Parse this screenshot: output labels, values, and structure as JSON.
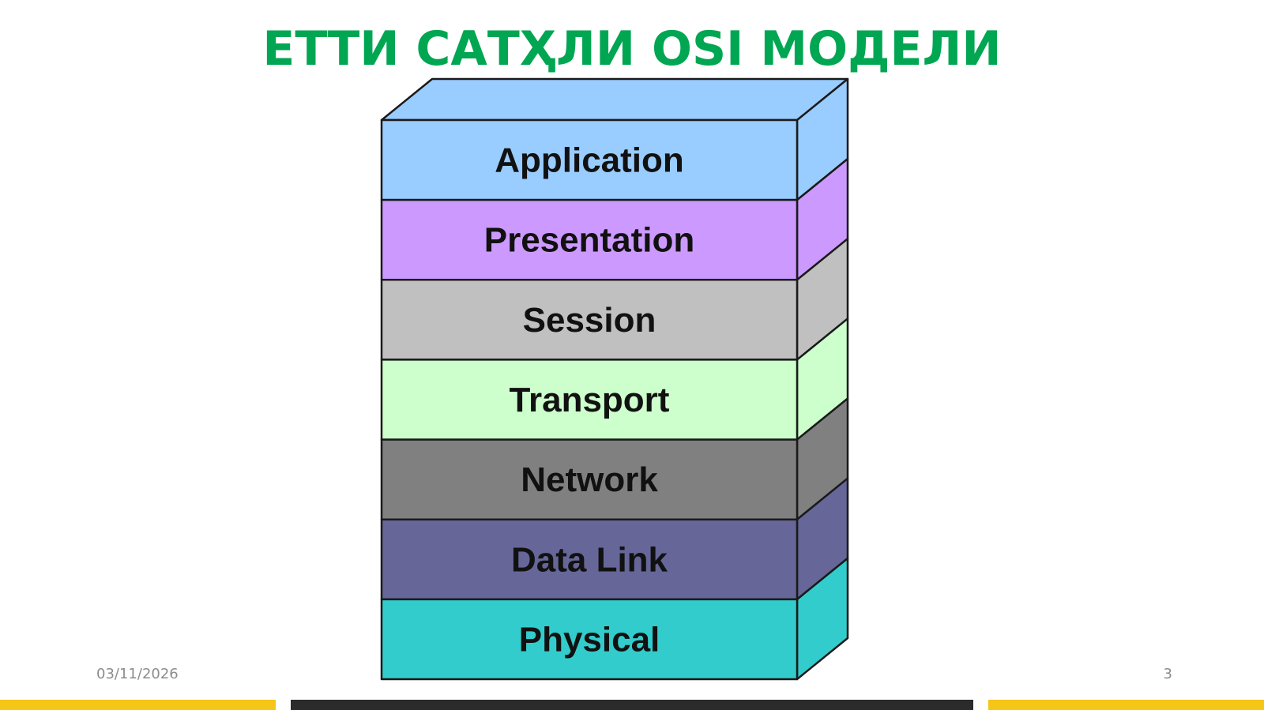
{
  "slide": {
    "title": "ЕТТИ САТҲЛИ OSI МОДЕЛИ",
    "date": "03/11/2026",
    "page_number": "3"
  },
  "layers": [
    {
      "label": "Application",
      "color": "#99ccff"
    },
    {
      "label": "Presentation",
      "color": "#cc99ff"
    },
    {
      "label": "Session",
      "color": "#c0c0c0"
    },
    {
      "label": "Transport",
      "color": "#ccffcc"
    },
    {
      "label": "Network",
      "color": "#808080"
    },
    {
      "label": "Data Link",
      "color": "#666699"
    },
    {
      "label": "Physical",
      "color": "#33cccc"
    }
  ],
  "colors": {
    "title": "#00a651",
    "outline": "#1a1a1a",
    "footer_accent": "#f5c518",
    "footer_dark": "#2b2b2b"
  }
}
